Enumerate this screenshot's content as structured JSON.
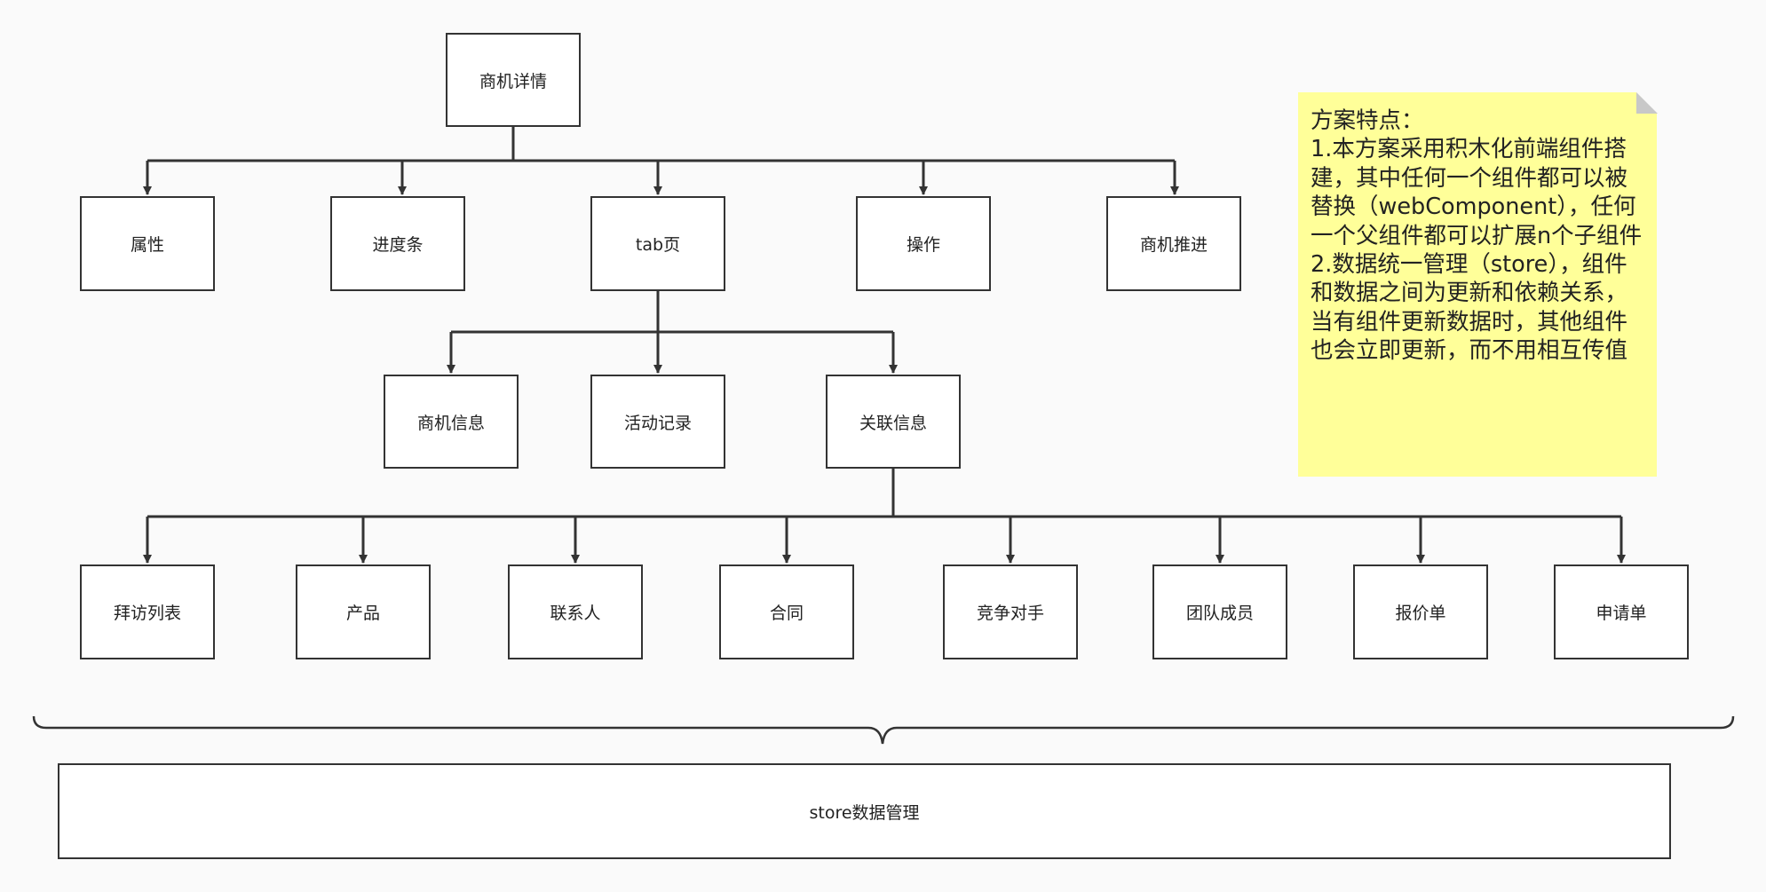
{
  "nodes": {
    "root": "商机详情",
    "attributes": "属性",
    "progress_bar": "进度条",
    "tab_page": "tab页",
    "operation": "操作",
    "opportunity_advance": "商机推进",
    "opportunity_info": "商机信息",
    "activity_record": "活动记录",
    "related_info": "关联信息",
    "visit_list": "拜访列表",
    "product": "产品",
    "contact": "联系人",
    "contract": "合同",
    "competitor": "竞争对手",
    "team_member": "团队成员",
    "quotation": "报价单",
    "application": "申请单",
    "store": "store数据管理"
  },
  "note": {
    "text": "方案特点：\n1.本方案采用积木化前端组件搭建，其中任何一个组件都可以被替换（webComponent），任何一个父组件都可以扩展n个子组件\n2.数据统一管理（store），组件和数据之间为更新和依赖关系，当有组件更新数据时，其他组件也会立即更新，而不用相互传值",
    "color": "#ffff99"
  },
  "colors": {
    "stroke": "#333333",
    "box_fill": "#ffffff",
    "background": "#fafafa"
  }
}
